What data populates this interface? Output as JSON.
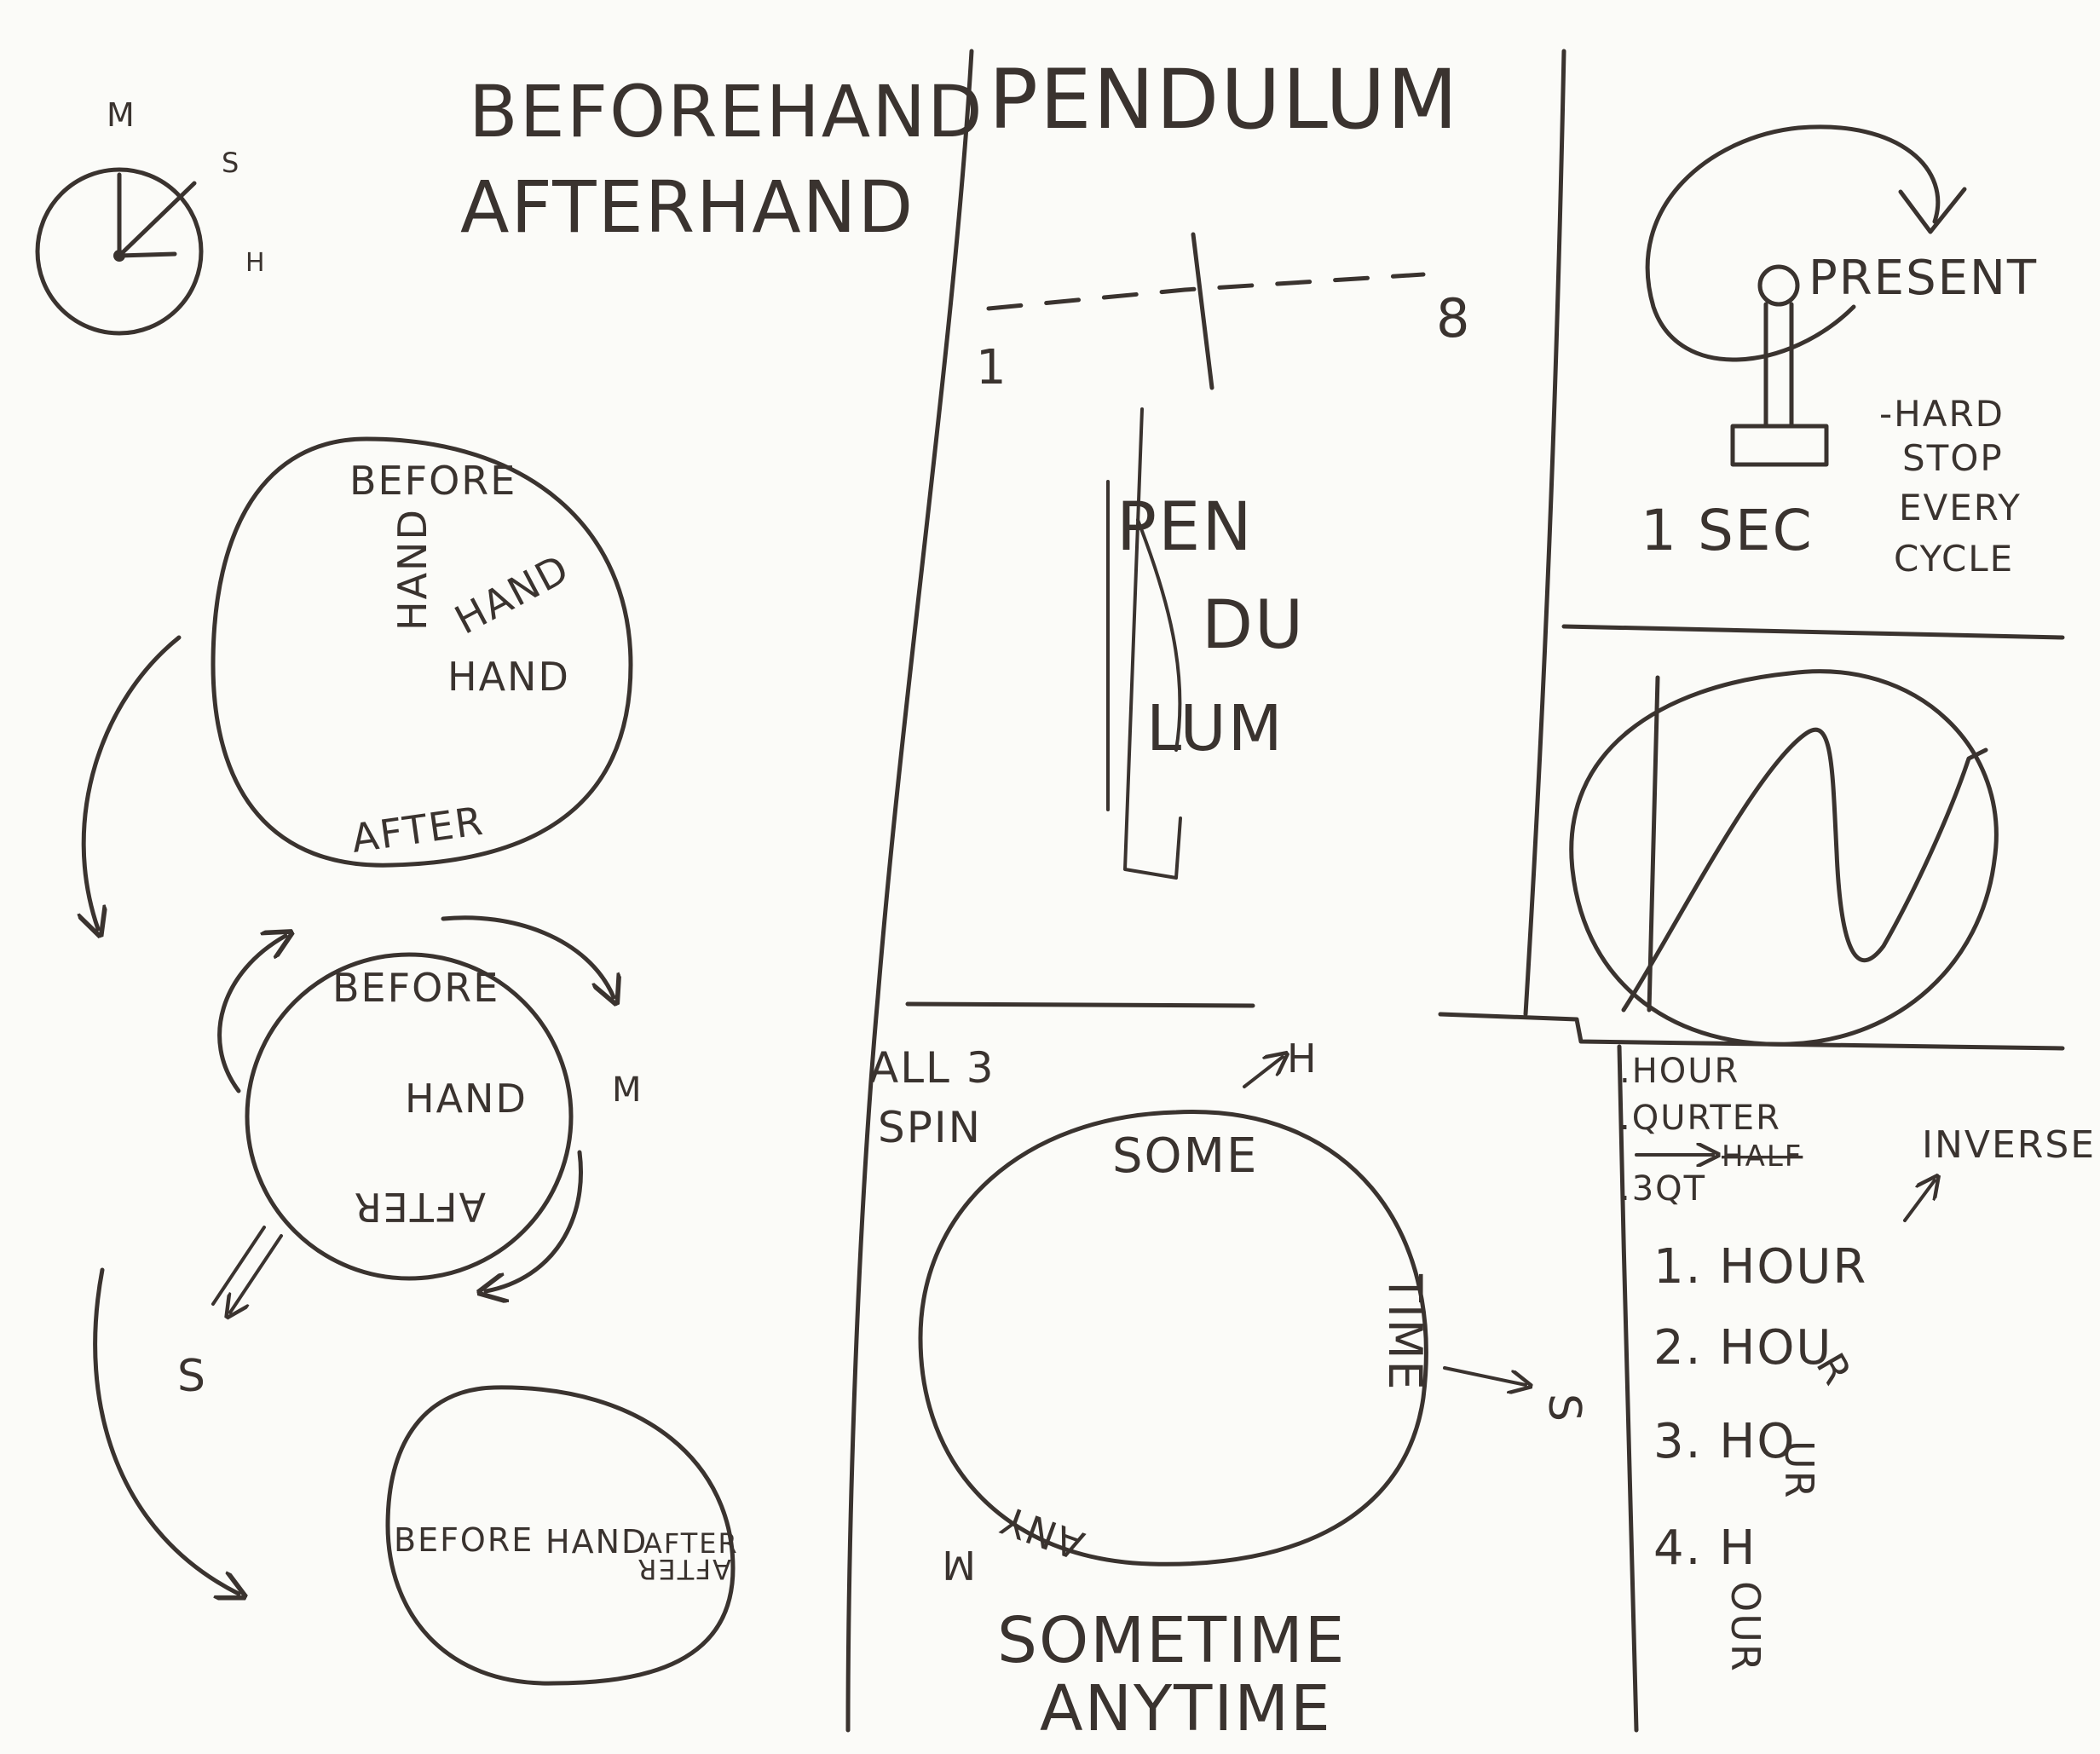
{
  "theme": {
    "paper": "#fbfbf8",
    "ink": "#3a332f"
  },
  "clock": {
    "m": "M",
    "s": "S",
    "h": "H"
  },
  "left": {
    "title_line1": "BEFOREHAND",
    "title_line2": "AFTERHAND",
    "circle1": {
      "before": "BEFORE",
      "hand_a": "HAND",
      "hand_b": "HAND",
      "hand_c": "HAND",
      "after": "AFTER"
    },
    "circle2": {
      "before": "BEFORE",
      "hand": "HAND",
      "after": "AFTER",
      "m": "M",
      "s": "S"
    },
    "circle3": {
      "before": "BEFORE",
      "hand": "HAND",
      "after_a": "AFTER",
      "after_b": "AFTER"
    }
  },
  "middle": {
    "title": "PENDULUM",
    "scale_start": "1",
    "scale_end": "8",
    "pen": "PEN",
    "du": "DU",
    "lum": "LUM",
    "all3_line1": "ALL 3",
    "all3_line2": "SPIN",
    "h": "H",
    "some": "SOME",
    "time": "TIME",
    "any": "ANY",
    "s": "S",
    "m": "M",
    "footer_line1": "SOMETIME",
    "footer_line2": "ANYTIME"
  },
  "right": {
    "present": "PRESENT",
    "hard_stop": [
      "-HARD",
      "STOP",
      "EVERY",
      "CYCLE"
    ],
    "one_sec": "1 SEC",
    "bullets": [
      ".HOUR",
      ".QURTER",
      "HALF",
      ".3QT"
    ],
    "inverse": "INVERSE",
    "numbered": [
      "1. HOUR",
      "2. HOU",
      "3. HO",
      "4. H"
    ],
    "trail_2": "R",
    "trail_3": "UR",
    "trail_4": "OUR"
  }
}
